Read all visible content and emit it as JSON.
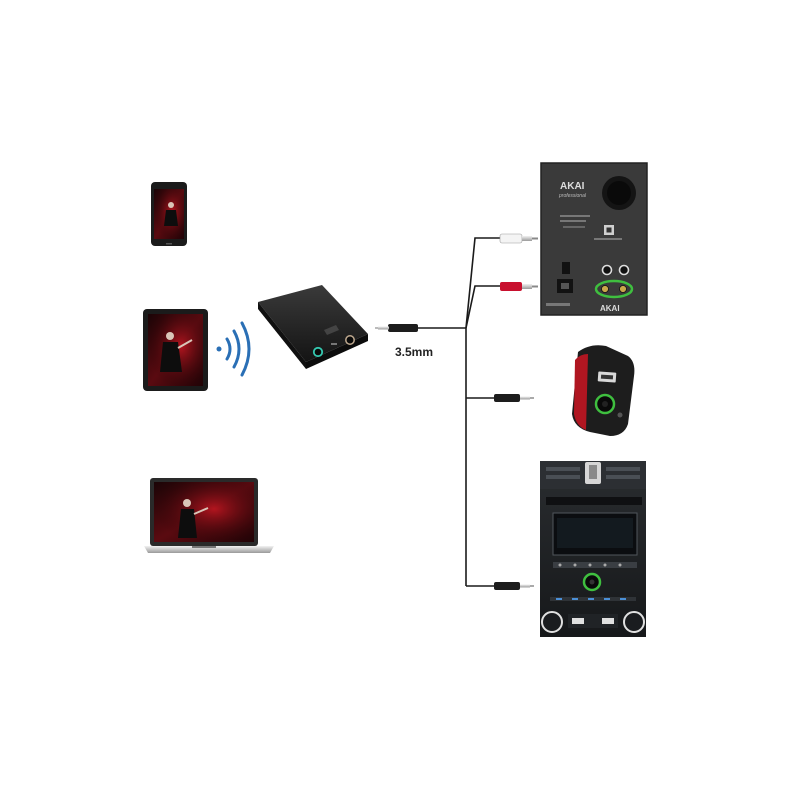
{
  "diagram": {
    "cable_label": "3.5mm",
    "speaker_brand": "AKAI",
    "speaker_subbrand": "professional",
    "speaker_footer_brand": "AKAI"
  },
  "colors": {
    "cable": "#1a1a1a",
    "highlight_ring": "#3fbf3f",
    "adapter_body": "#232323",
    "adapter_port_ring": "#35c8b0",
    "speaker_panel": "#3a3a3a",
    "red_plug": "#c8102e",
    "wifi_waves": "#2a6fb5"
  },
  "icons": [
    "smartphone-icon",
    "tablet-icon",
    "laptop-icon",
    "bluetooth-waves-icon",
    "bluetooth-adapter-icon",
    "speaker-icon",
    "portable-speaker-icon",
    "car-stereo-icon",
    "aux-plug-icon",
    "rca-plug-icon"
  ]
}
